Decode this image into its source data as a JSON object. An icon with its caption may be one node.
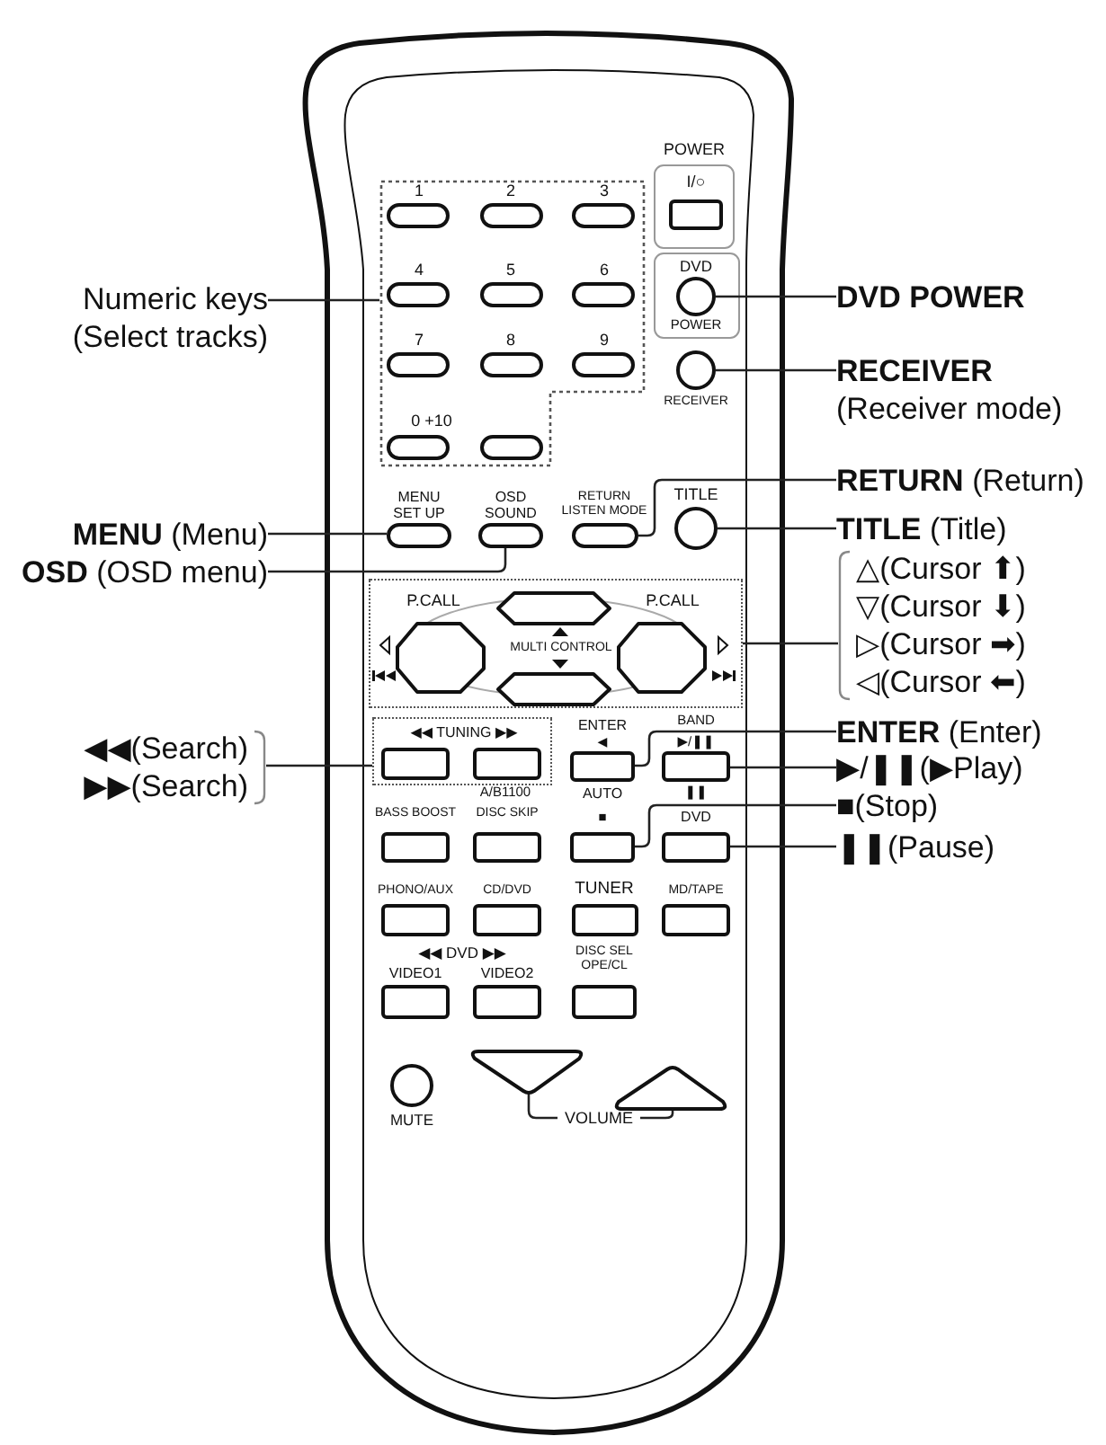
{
  "diagram": {
    "nodes": [
      {
        "text": [
          "Numeric keys",
          "(Select tracks)"
        ]
      },
      {
        "text": [
          "**MENU** (Menu)"
        ]
      },
      {
        "text": [
          "**OSD** (OSD menu)"
        ]
      },
      {
        "text": [
          "◀◀(Search)",
          "▶▶(Search)"
        ]
      },
      {
        "text": [
          "DVD POWER"
        ]
      },
      {
        "text": [
          "RECEIVER",
          "(Receiver mode)"
        ]
      },
      {
        "text": [
          "**RETURN** (Return)"
        ]
      },
      {
        "text": [
          "**TITLE** (Title)"
        ]
      },
      {
        "text": [
          "△(Cursor ⬆)",
          "▽(Cursor ⬇)",
          "▷(Cursor ➡)",
          "◁(Cursor ⬅)"
        ]
      },
      {
        "text": [
          "**ENTER** (Enter)"
        ]
      },
      {
        "text": [
          "▶/❚❚(▶Play)"
        ]
      },
      {
        "text": [
          "■(Stop)"
        ]
      },
      {
        "text": [
          "❚❚(Pause)"
        ]
      },
      {
        "text": [],
        "shape": "box"
      },
      {
        "text": [],
        "shape": "circle",
        "beside": [
          "DVD",
          "POWER"
        ]
      },
      {
        "text": [],
        "shape": "circle",
        "beside": [
          "RECEIVER"
        ]
      },
      {
        "text": [],
        "shape": "oval",
        "beside": [
          "MENU SET UP"
        ]
      },
      {
        "text": [],
        "shape": "oval",
        "beside": [
          "OSD SOUND"
        ]
      },
      {
        "text": [],
        "shape": "oval",
        "beside": [
          "RETURN LISTEN MODE"
        ]
      },
      {
        "text": [],
        "shape": "circle",
        "beside": [
          "TITLE"
        ]
      },
      {
        "text": [
          "MULTI CONTROL"
        ]
      },
      {
        "text": [
          "◀◀ TUNING ▶▶"
        ]
      },
      {
        "text": [],
        "shape": "box"
      },
      {
        "text": [],
        "shape": "box"
      },
      {
        "text": [],
        "shape": "box"
      },
      {
        "text": [],
        "shape": "box"
      },
      {
        "text": [
          "VOLUME"
        ]
      },
      {
        "text": [],
        "shape": "triangle"
      },
      {
        "text": [],
        "shape": "triangle"
      }
    ],
    "edges": [
      {
        "from": 0,
        "to": 13,
        "arrow": "none"
      },
      {
        "from": 1,
        "to": 16,
        "arrow": "none"
      },
      {
        "from": 2,
        "to": 17,
        "arrow": "none"
      },
      {
        "from": 3,
        "to": 21,
        "arrow": "none"
      },
      {
        "from": 4,
        "to": 14,
        "arrow": "none"
      },
      {
        "from": 5,
        "to": 15,
        "arrow": "none"
      },
      {
        "from": 6,
        "to": 18,
        "arrow": "none"
      },
      {
        "from": 7,
        "to": 19,
        "arrow": "none"
      },
      {
        "from": 8,
        "to": 20,
        "arrow": "none"
      },
      {
        "from": 9,
        "to": 22,
        "arrow": "none"
      },
      {
        "from": 10,
        "to": 23,
        "arrow": "none"
      },
      {
        "from": 11,
        "to": 24,
        "arrow": "none"
      },
      {
        "from": 12,
        "to": 25,
        "arrow": "none"
      },
      {
        "from": 26,
        "to": 27,
        "arrow": "none"
      },
      {
        "from": 26,
        "to": 28,
        "arrow": "none"
      }
    ],
    "labels": [
      "POWER",
      "1",
      "2",
      "3",
      "I/○",
      "4",
      "5",
      "6",
      "7",
      "8",
      "9",
      "0 +10",
      "P.CALL",
      "P.CALL",
      "ENTER",
      "BAND",
      "◀",
      "▶/❚❚",
      "A/B1100",
      "AUTO",
      "❚❚",
      "BASS BOOST",
      "DISC SKIP",
      "■",
      "DVD",
      "PHONO/AUX",
      "CD/DVD",
      "TUNER",
      "MD/TAPE",
      "◀◀ DVD ▶▶",
      "DISC SEL OPE/CL",
      "VIDEO1",
      "VIDEO2",
      "MUTE"
    ]
  }
}
